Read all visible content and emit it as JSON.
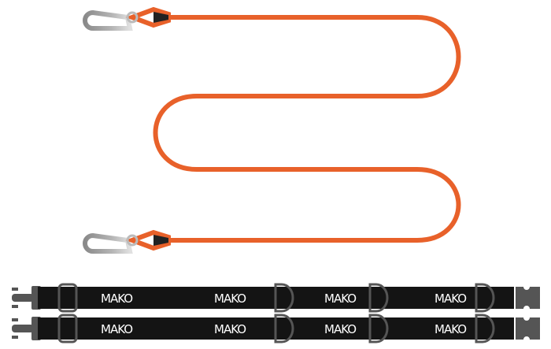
{
  "product": {
    "leash": {
      "cord_color": "#e8612a",
      "clip_color": "#a0a0a0",
      "end_color": "#222222"
    },
    "belts": {
      "strap_color": "#141414",
      "hardware_color": "#555555",
      "count": 2,
      "logo_text": "MAKO",
      "logos_per_belt": 4
    }
  }
}
